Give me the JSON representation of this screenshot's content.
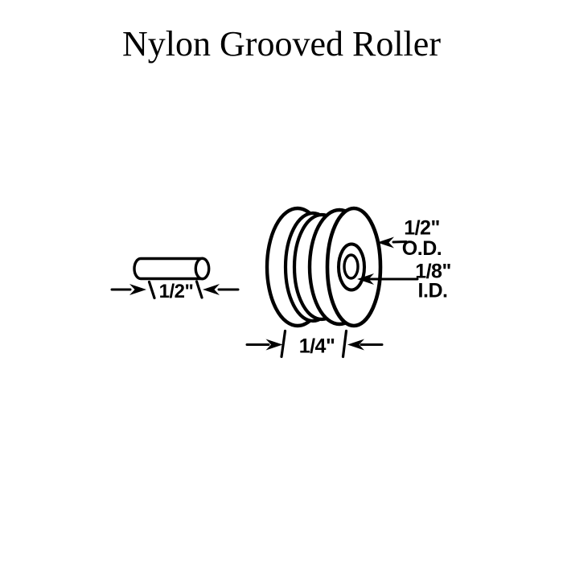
{
  "title": "Nylon Grooved Roller",
  "colors": {
    "ink": "#000000",
    "paper": "#ffffff"
  },
  "pin": {
    "dimension": "1/2\""
  },
  "roller": {
    "outer_diameter": {
      "value": "1/2\"",
      "label": "O.D."
    },
    "inner_diameter": {
      "value": "1/8\"",
      "label": "I.D."
    },
    "width": {
      "value": "1/4\""
    }
  }
}
